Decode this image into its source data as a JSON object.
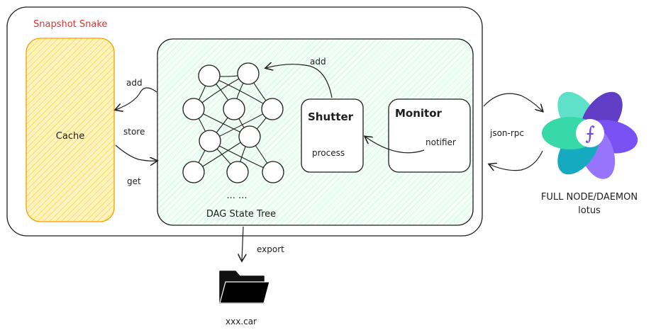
{
  "title": "Snapshot Snake",
  "cache": {
    "label": "Cache"
  },
  "edges": {
    "add": "add",
    "store": "store",
    "get": "get",
    "add_inner": "add",
    "export": "export",
    "json_rpc": "json-rpc"
  },
  "dag": {
    "label": "DAG State Tree",
    "ellipsis": "... ..."
  },
  "shutter": {
    "title": "Shutter",
    "sub": "process"
  },
  "monitor": {
    "title": "Monitor",
    "sub": "notifier"
  },
  "output_file": {
    "label": "xxx.car"
  },
  "node": {
    "line1": "FULL NODE/DAEMON",
    "line2": "lotus",
    "logo_glyph": "⨍",
    "icon": "filecoin-flower-icon"
  },
  "colors": {
    "title": "#e03131",
    "cache_fill": "#fff3bf",
    "cache_stroke": "#f59f00",
    "dag_fill": "#ebfbee",
    "dag_stroke": "#1e1e1e",
    "petal_teal": "#38d9a9",
    "petal_purple": "#5f3dc4",
    "petal_violet": "#7950f2",
    "petal_blue": "#1c7ed6"
  }
}
